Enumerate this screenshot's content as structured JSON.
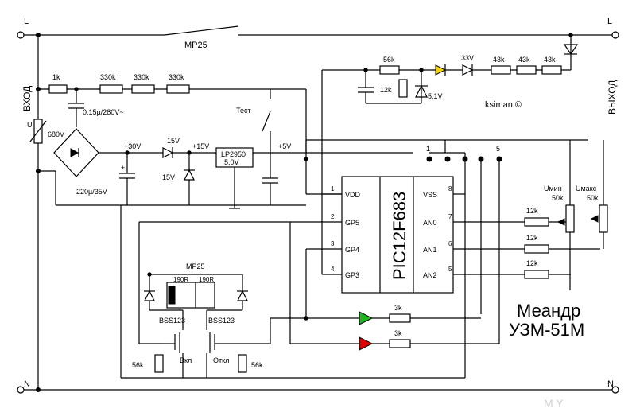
{
  "rails": {
    "L_left": "L",
    "L_right": "L",
    "N_left": "N",
    "N_right": "N"
  },
  "side_labels": {
    "input": "ВХОД",
    "output": "ВЫХОД"
  },
  "relay_top": "MP25",
  "input_parts": {
    "r1": "1k",
    "r2": "330k",
    "r3": "330k",
    "r4": "330k",
    "cap": "0.15µ/280V~",
    "varistor": "680V",
    "varistor_u": "U",
    "bulk_cap": "220µ/35V",
    "plus": "+"
  },
  "supply": {
    "v30": "+30V",
    "zener_top": "15V",
    "v15": "+15V",
    "zener_bot": "15V",
    "reg_name": "LP2950",
    "reg_val": "5,0V",
    "v5": "+5V",
    "test": "Тест"
  },
  "top_chain": {
    "r_top": "56k",
    "r_12k": "12k",
    "zener": "5,1V",
    "z33": "33V",
    "r43a": "43k",
    "r43b": "43k",
    "r43c": "43k",
    "author": "ksiman ©"
  },
  "mcu": {
    "name": "PIC12F683",
    "left_pins": [
      {
        "num": "1",
        "name": "VDD"
      },
      {
        "num": "2",
        "name": "GP5"
      },
      {
        "num": "3",
        "name": "GP4"
      },
      {
        "num": "4",
        "name": "GP3"
      }
    ],
    "right_pins": [
      {
        "num": "8",
        "name": "VSS"
      },
      {
        "num": "7",
        "name": "AN0"
      },
      {
        "num": "6",
        "name": "AN1"
      },
      {
        "num": "5",
        "name": "AN2"
      }
    ],
    "jumper_1": "1",
    "jumper_5": "5"
  },
  "analog": {
    "r_an0": "12k",
    "r_an1": "12k",
    "r_an2": "12k",
    "umin": "Uмин",
    "umin_val": "50k",
    "umax": "Uмакс",
    "umax_val": "50k"
  },
  "driver": {
    "relay": "MP25",
    "coil1": "190R",
    "coil2": "190R",
    "t1": "BSS123",
    "t2": "BSS123",
    "t1_func": "Вкл",
    "t2_func": "Откл",
    "r_g1": "56k",
    "r_g2": "56k"
  },
  "leds": {
    "green_r": "3k",
    "red_r": "3k"
  },
  "title": {
    "line1": "Меандр",
    "line2": "УЗМ-51М"
  },
  "watermark": "M Y",
  "colors": {
    "led_yellow": "#f5d500",
    "led_green": "#1fb71f",
    "led_red": "#e00000"
  }
}
